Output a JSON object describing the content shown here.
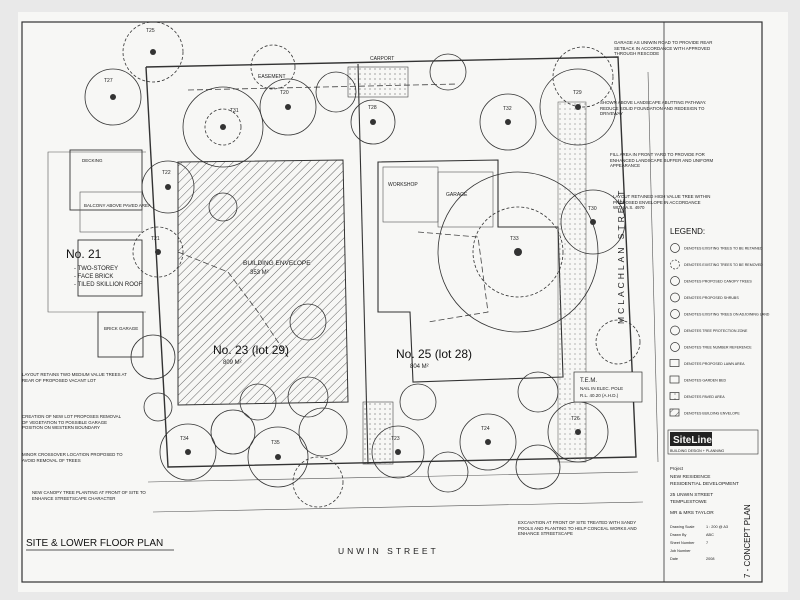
{
  "title_block": {
    "plan_title": "SITE & LOWER FLOOR PLAN",
    "drawing_title": "7 - CONCEPT PLAN",
    "firm_name": "SiteLine",
    "firm_tag": "BUILDING DESIGN + PLANNING",
    "project_label": "Project",
    "project_name": "NEW RESIDENCE",
    "project_type": "RESIDENTIAL DEVELOPMENT",
    "address_line1": "25 UNWIN STREET",
    "address_line2": "TEMPLESTOWE",
    "client": "MR & MRS TAYLOR",
    "meta_rows": [
      {
        "label": "Drawing Scale",
        "value": "1 : 200 @ A3"
      },
      {
        "label": "Drawn By",
        "value": "ABC"
      },
      {
        "label": "Sheet Number",
        "value": "7"
      },
      {
        "label": "Job Number",
        "value": ""
      },
      {
        "label": "Date",
        "value": "2008"
      }
    ]
  },
  "streets": {
    "south": "UNWIN STREET",
    "east": "MCLACHLAN STREET"
  },
  "lots": {
    "no21_label": "No. 21",
    "no21_desc": [
      "- TWO-STOREY",
      "- FACE BRICK",
      "- TILED SKILLION ROOF"
    ],
    "no23_label": "No. 23 (lot 29)",
    "no23_area": "809 M²",
    "no25_label": "No. 25 (lot 28)",
    "no25_area": "804 M²",
    "envelope_label": "BUILDING ENVELOPE",
    "envelope_area": "353 M²",
    "garage_label": "GARAGE",
    "workshop_label": "WORKSHOP",
    "decking_label": "DECKING",
    "balcony_label": "BALCONY ABOVE PAVED AREA",
    "brick_garage_label": "BRICK GARAGE",
    "easement_label": "EASEMENT",
    "carport_label": "CARPORT",
    "tem_label": "T.E.M.",
    "tem_lines": [
      "NAIL IN ELEC. POLE",
      "R.L. 40.20 (A.H.D.)"
    ]
  },
  "legend": {
    "title": "LEGEND:",
    "items": [
      "DENOTES EXISTING TREES TO BE RETAINED",
      "DENOTES EXISTING TREES TO BE REMOVED",
      "DENOTES PROPOSED CANOPY TREES",
      "DENOTES PROPOSED SHRUBS",
      "DENOTES EXISTING TREES ON ADJOINING LAND",
      "DENOTES TREE PROTECTION ZONE",
      "DENOTES TREE NUMBER REFERENCE",
      "DENOTES PROPOSED LAWN AREA",
      "DENOTES GARDEN BED",
      "DENOTES PAVED AREA",
      "DENOTES BUILDING ENVELOPE"
    ]
  },
  "notes": {
    "top_right": "GARAGE AS UNIWIN ROAD TO PROVIDE REAR SETBACK IN ACCORDANCE WITH APPROVED THROUGH RESCODE",
    "right_1": "SHOWN ABOVE LANDSCAPE ABUTTING PATHWAY. REDUCE SOLID FOUNDATION AND REDESIGN TO DRIVEWAY",
    "right_2": "FILL AREA IN FRONT YARD TO PROVIDE FOR ENHANCED LANDSCAPE BUFFER AND UNIFORM APPEARANCE",
    "right_3": "LAYOUT RETAINED HIGH VALUE TREE WITHIN PROPOSED ENVELOPE IN ACCORDANCE WITH A.S. 4970",
    "left_1": "LAYOUT RETAINS TWO MEDIUM VALUE TREES AT REAR OF PROPOSED VACANT LOT",
    "left_2": "CREATION OF NEW LOT PROPOSES REMOVAL OF VEGETATION TO POSSIBLE GARAGE POSITION ON WESTERN BOUNDARY",
    "left_3": "MINOR CROSSOVER LOCATION PROPOSED TO AVOID REMOVAL OF TREES",
    "bottom_left": "NEW CANOPY TREE PLANTING AT FRONT OF SITE TO ENHANCE STREETSCAPE CHARACTER",
    "bottom_center": "EXCAVATION AT FRONT OF SITE TREATED WITH SANDY POOLS AND PLANTING TO HELP CONCEAL WORKS AND ENHANCE STREETSCAPE"
  },
  "tree_numbers": [
    "T27",
    "T25",
    "T31",
    "T20",
    "T28",
    "T32",
    "T29",
    "T33",
    "T30",
    "T22",
    "T21",
    "T34",
    "T35",
    "T23",
    "T24",
    "T26"
  ],
  "colors": {
    "paper": "#f7f7f5",
    "ink": "#222222",
    "hatch": "#555555"
  }
}
